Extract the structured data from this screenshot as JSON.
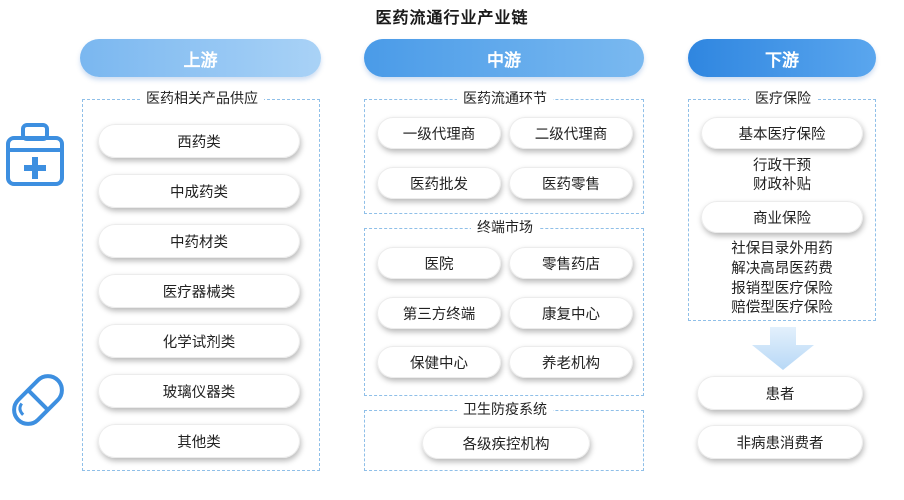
{
  "title": "医药流通行业产业链",
  "columns": {
    "upstream": {
      "header": "上游",
      "box_label": "医药相关产品供应",
      "items": [
        "西药类",
        "中成药类",
        "中药材类",
        "医疗器械类",
        "化学试剂类",
        "玻璃仪器类",
        "其他类"
      ]
    },
    "midstream": {
      "header": "中游",
      "sections": [
        {
          "label": "医药流通环节",
          "items": [
            "一级代理商",
            "二级代理商",
            "医药批发",
            "医药零售"
          ]
        },
        {
          "label": "终端市场",
          "items": [
            "医院",
            "零售药店",
            "第三方终端",
            "康复中心",
            "保健中心",
            "养老机构"
          ]
        },
        {
          "label": "卫生防疫系统",
          "items": [
            "各级疾控机构"
          ]
        }
      ]
    },
    "downstream": {
      "header": "下游",
      "box_label": "医疗保险",
      "insurance": {
        "basic": "基本医疗保险",
        "basic_notes": [
          "行政干预",
          "财政补贴"
        ],
        "commercial": "商业保险",
        "commercial_notes": [
          "社保目录外用药",
          "解决高昂医药费",
          "报销型医疗保险",
          "赔偿型医疗保险"
        ]
      },
      "consumers": [
        "患者",
        "非病患消费者"
      ]
    }
  },
  "icons": {
    "medical_kit": "medical-kit-icon",
    "capsule": "capsule-icon",
    "arrow": "down-arrow-icon"
  },
  "colors": {
    "accent_light": "#7ab7f0",
    "accent": "#4a9be8",
    "accent_dark": "#2f86e0",
    "dash": "#8fbfe8",
    "icon": "#3d8fe0"
  }
}
